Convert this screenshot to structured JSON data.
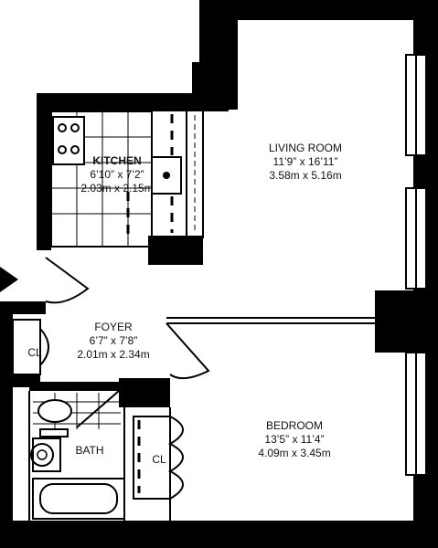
{
  "rooms": {
    "kitchen": {
      "name": "KITCHEN",
      "dim_imperial": "6’10” x 7’2”",
      "dim_metric": "2.03m x 2.15m"
    },
    "living_room": {
      "name": "LIVING ROOM",
      "dim_imperial": "11’9” x 16’11”",
      "dim_metric": "3.58m x 5.16m"
    },
    "foyer": {
      "name": "FOYER",
      "dim_imperial": "6’7” x 7’8”",
      "dim_metric": "2.01m x 2.34m"
    },
    "bedroom": {
      "name": "BEDROOM",
      "dim_imperial": "13’5” x 11’4”",
      "dim_metric": "4.09m x 3.45m"
    },
    "bath": {
      "name": "BATH"
    },
    "closet_foyer": {
      "name": "CL"
    },
    "closet_bedroom": {
      "name": "CL"
    }
  },
  "entry_marker": "entry-arrow-icon"
}
